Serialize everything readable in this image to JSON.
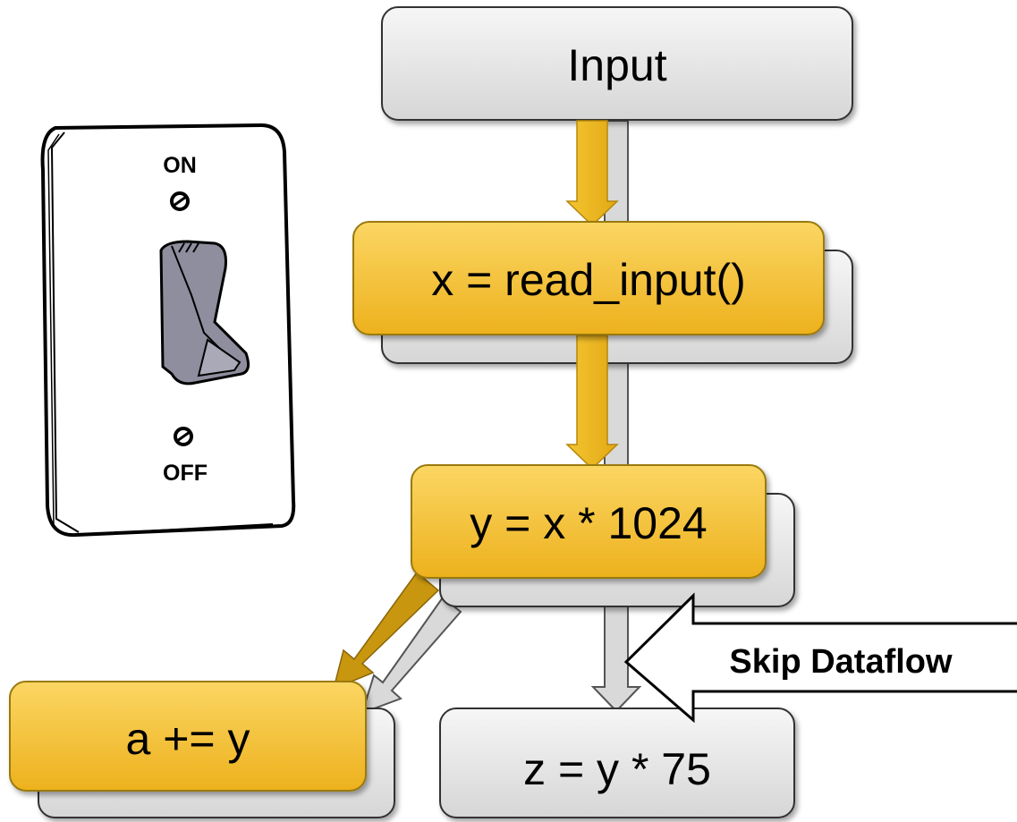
{
  "nodes": {
    "input": "Input",
    "read_input": "x = read_input()",
    "multiply": "y = x * 1024",
    "accumulate": "a += y",
    "z_assign": "z = y * 75"
  },
  "switch": {
    "on_label": "ON",
    "off_label": "OFF"
  },
  "callout": {
    "label": "Skip Dataflow"
  },
  "colors": {
    "gray_box": "#e8e8e8",
    "gold_box": "#f5c242",
    "gold_arrow": "#e6b325",
    "dark_gold_arrow": "#c9970f",
    "gray_arrow": "#d9d9d9"
  }
}
